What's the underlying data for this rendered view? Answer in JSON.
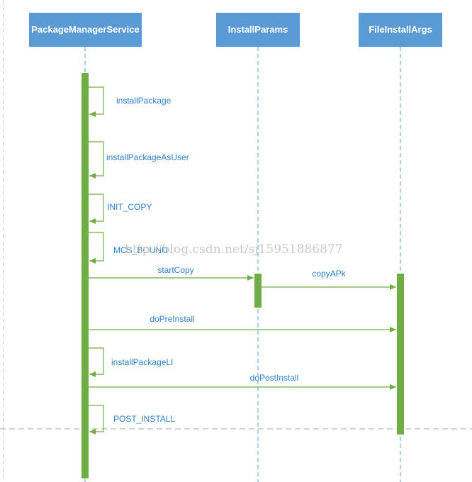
{
  "participants": {
    "pms": "PackageManagerService",
    "install_params": "InstallParams",
    "file_install_args": "FileInstallArgs"
  },
  "messages": {
    "install_package": "installPackage",
    "install_package_as_user": "installPackageAsUser",
    "init_copy": "INIT_COPY",
    "mcs_bound": "MCS_BOUND",
    "start_copy": "startCopy",
    "copy_apk": "copyAPk",
    "do_pre_install": "doPreInstall",
    "install_package_li": "installPackageLI",
    "do_post_install": "doPostInstall",
    "post_install": "POST_INSTALL"
  },
  "watermark": "http://blog.csdn.net/sj15951886877",
  "colors": {
    "participant_fill": "#5b9bd5",
    "participant_text": "#ffffff",
    "lifeline": "#5b9bd5",
    "activation": "#70ad47",
    "message_line": "#70ad47",
    "message_text": "#2f80c9",
    "watermark": "#c9c9c9",
    "page_break": "#a6a6a6"
  }
}
